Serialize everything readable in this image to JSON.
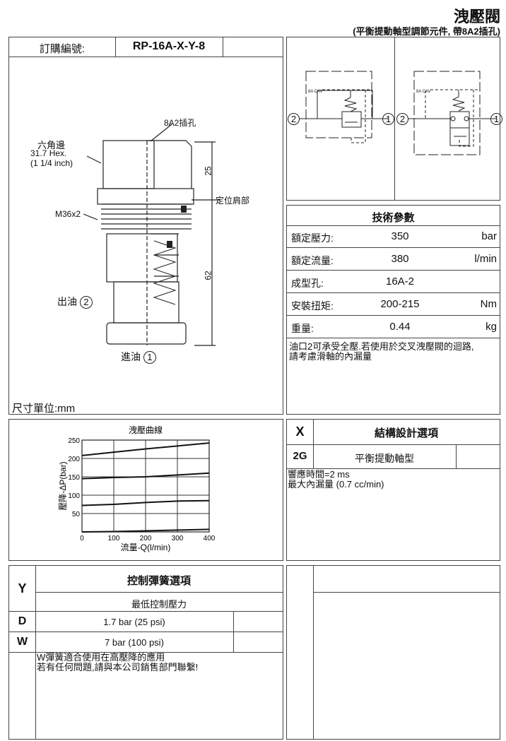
{
  "header": {
    "title": "洩壓閥",
    "subtitle": "(平衡提動軸型調節元件, 帶8A2插孔)"
  },
  "order": {
    "label": "訂購編號:",
    "code": "RP-16A-X-Y-8"
  },
  "drawing": {
    "port_callout": "8A2插孔",
    "hex_label": "六角邊",
    "hex_size": "31.7 Hex.",
    "hex_inch": "(1 1/4 inch)",
    "thread": "M36x2",
    "dim_top": "25",
    "dim_main": "62",
    "locating_shoulder": "定位肩部",
    "outlet": "出油",
    "outlet_port": "2",
    "inlet": "進油",
    "inlet_port": "1",
    "units": "尺寸單位:mm"
  },
  "schematics": [
    {
      "cav": "8A CAV",
      "port_left": "2",
      "port_right": "1"
    },
    {
      "cav": "8A CAV",
      "port_left": "2",
      "port_right": "1"
    }
  ],
  "specs": {
    "title": "技術參數",
    "rows": [
      {
        "label": "額定壓力:",
        "value": "350",
        "unit": "bar"
      },
      {
        "label": "額定流量:",
        "value": "380",
        "unit": "l/min"
      },
      {
        "label": "成型孔:",
        "value": "16A-2",
        "unit": ""
      },
      {
        "label": "安裝扭矩:",
        "value": "200-215",
        "unit": "Nm"
      },
      {
        "label": "重量:",
        "value": "0.44",
        "unit": "kg"
      }
    ],
    "note1": "油口2可承受全壓.若使用於交叉洩壓閥的迴路,",
    "note2": "請考慮滑軸的內漏量"
  },
  "chart_data": {
    "type": "line",
    "title": "洩壓曲線",
    "xlabel": "流量-Q(l/min)",
    "ylabel": "壓降-ΔP(bar)",
    "xlim": [
      0,
      400
    ],
    "ylim": [
      0,
      250
    ],
    "xticks": [
      "0",
      "100",
      "200",
      "300",
      "400"
    ],
    "yticks": [
      "50",
      "100",
      "150",
      "200",
      "250"
    ],
    "grid": true,
    "series": [
      {
        "name": "s1",
        "x": [
          0,
          100,
          200,
          300,
          400
        ],
        "y": [
          208,
          217,
          226,
          234,
          242
        ]
      },
      {
        "name": "s2",
        "x": [
          0,
          100,
          200,
          300,
          400
        ],
        "y": [
          145,
          148,
          150,
          155,
          160
        ]
      },
      {
        "name": "s3",
        "x": [
          0,
          100,
          200,
          300,
          400
        ],
        "y": [
          72,
          75,
          80,
          84,
          85
        ]
      },
      {
        "name": "s4",
        "x": [
          0,
          100,
          200,
          300,
          400
        ],
        "y": [
          0,
          1,
          3,
          5,
          7
        ]
      }
    ]
  },
  "structure": {
    "code_header": "X",
    "title": "結構設計選項",
    "options": [
      {
        "code": "2G",
        "desc": "平衡提動軸型"
      }
    ],
    "note1": "響應時間=2 ms",
    "note2": "最大內漏量 (0.7 cc/min)"
  },
  "spring": {
    "code_header": "Y",
    "title": "控制彈簧選項",
    "subtitle": "最低控制壓力",
    "options": [
      {
        "code": "D",
        "desc": "1.7 bar  (25 psi)"
      },
      {
        "code": "W",
        "desc": "7 bar  (100 psi)"
      }
    ],
    "note1": "W彈簧適合使用在高壓降的應用",
    "note2": "若有任何問題,請與本公司銷售部門聯繫!"
  }
}
